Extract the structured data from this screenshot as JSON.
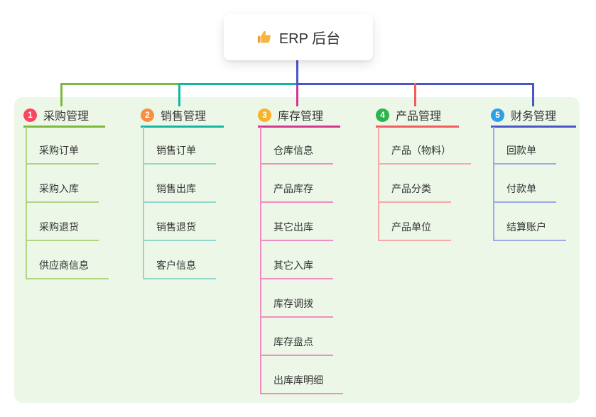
{
  "root": {
    "label": "ERP 后台",
    "icon": "thumbs-up-icon"
  },
  "panel": {
    "bg": "#edf7e8"
  },
  "stem_color": "#4a55c8",
  "text_color": "#333333",
  "branches": [
    {
      "num": "1",
      "label": "采购管理",
      "badge_color": "#f8475f",
      "line_color": "#7cb93e",
      "sub_line_color": "#aed584",
      "children": [
        "采购订单",
        "采购入库",
        "采购退货",
        "供应商信息"
      ]
    },
    {
      "num": "2",
      "label": "销售管理",
      "badge_color": "#f7903e",
      "line_color": "#12b7a4",
      "sub_line_color": "#8fd9cb",
      "children": [
        "销售订单",
        "销售出库",
        "销售退货",
        "客户信息"
      ]
    },
    {
      "num": "3",
      "label": "库存管理",
      "badge_color": "#f9b32b",
      "line_color": "#d6368f",
      "sub_line_color": "#ef8ec0",
      "children": [
        "仓库信息",
        "产品库存",
        "其它出库",
        "其它入库",
        "库存调拨",
        "库存盘点",
        "出库库明细"
      ]
    },
    {
      "num": "4",
      "label": "产品管理",
      "badge_color": "#2cb54a",
      "line_color": "#f15c5c",
      "sub_line_color": "#f8a8a8",
      "children": [
        "产品（物料）",
        "产品分类",
        "产品单位"
      ]
    },
    {
      "num": "5",
      "label": "财务管理",
      "badge_color": "#2f9fe5",
      "line_color": "#4a55c8",
      "sub_line_color": "#9cabe8",
      "children": [
        "回款单",
        "付款单",
        "结算账户"
      ]
    }
  ]
}
